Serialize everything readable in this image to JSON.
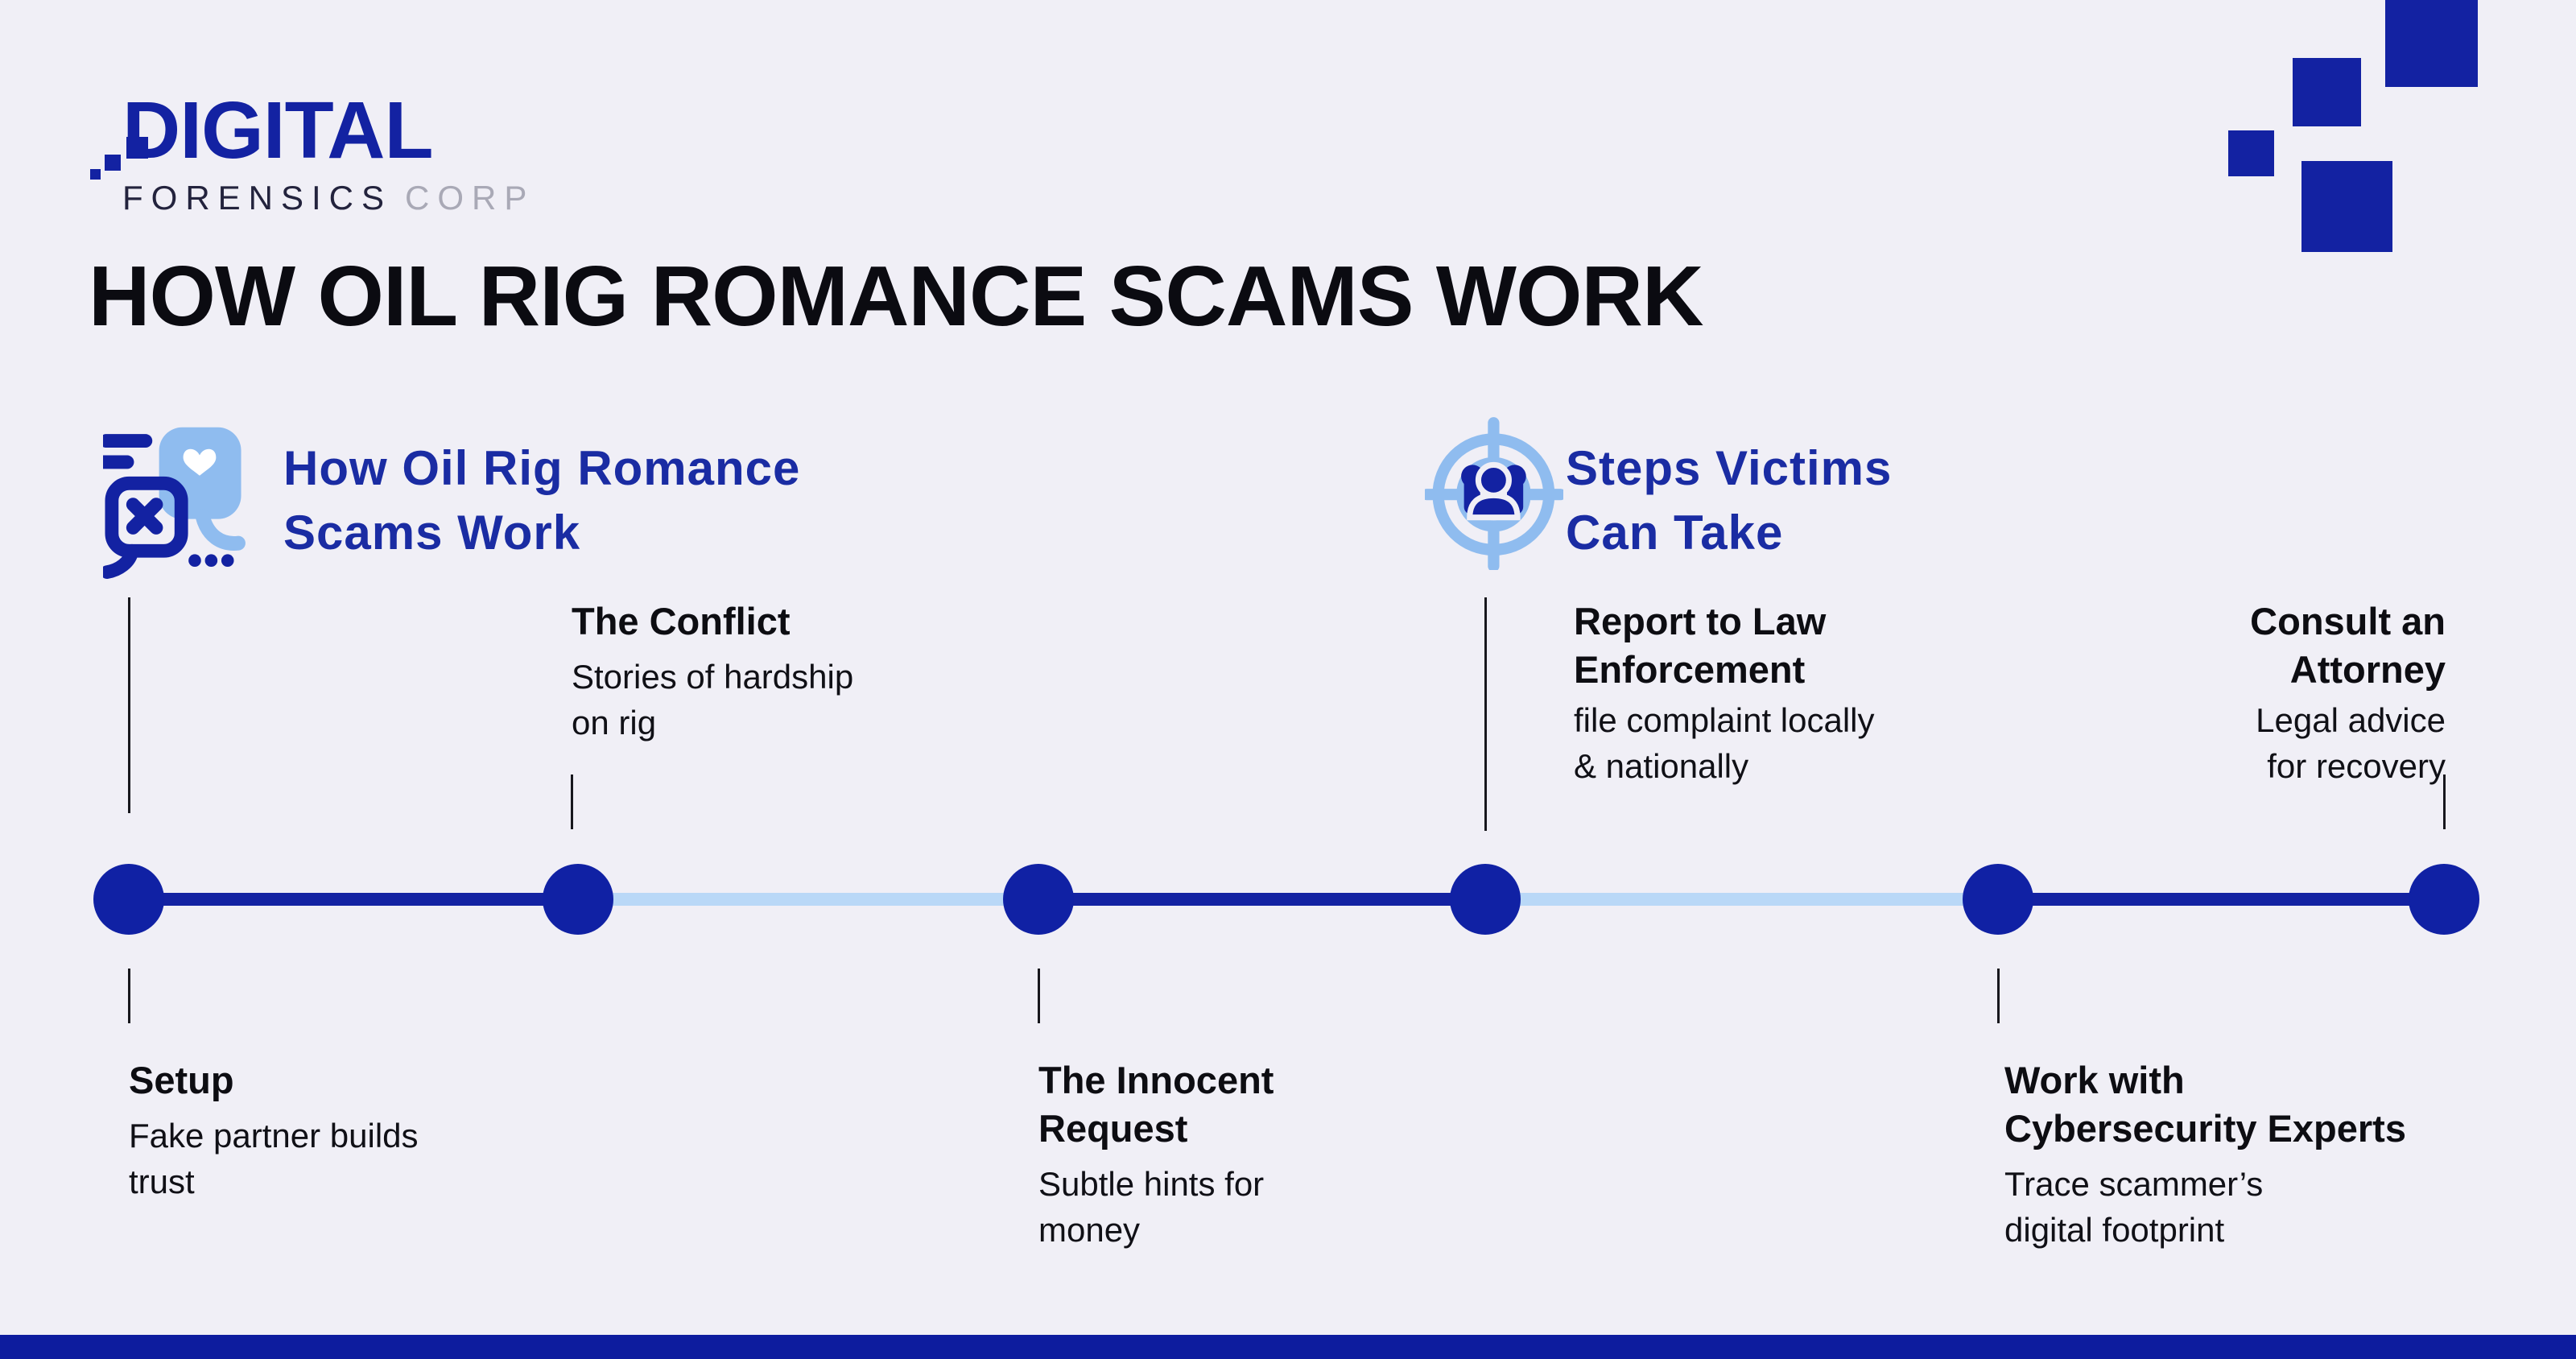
{
  "colors": {
    "background": "#F0EFF6",
    "accent_dark_blue": "#1322A2",
    "pale_timeline_blue": "#B9D8F7",
    "icon_light_blue": "#8FBCEF",
    "header_blue_text": "#1A2CA3",
    "text_black": "#0D0D12",
    "logo_sub_gray": "#A9A9B6",
    "footer_bar_blue": "#0D1C9E"
  },
  "logo": {
    "word": "DIGITAL",
    "sub_word": "FORENSICS",
    "sub_word2": "CORP",
    "pixel_mark": "pixel-squares-icon"
  },
  "title": "HOW OIL RIG ROMANCE SCAMS WORK",
  "section_left": {
    "icon": "chat-heart-block-icon",
    "line1": "How Oil Rig Romance",
    "line2": "Scams Work"
  },
  "section_right": {
    "icon": "crosshair-victim-icon",
    "line1": "Steps Victims",
    "line2": "Can Take"
  },
  "timeline": {
    "node_count": 6,
    "segment_pattern": [
      "dark",
      "pale",
      "dark",
      "pale",
      "dark"
    ]
  },
  "milestones": [
    {
      "side": "below",
      "title1": "Setup",
      "desc1": "Fake partner builds",
      "desc2": "trust"
    },
    {
      "side": "above",
      "title1": "The Conflict",
      "desc1": "Stories of hardship",
      "desc2": "on rig"
    },
    {
      "side": "below",
      "title1": "The Innocent",
      "title2": "Request",
      "desc1": "Subtle hints for",
      "desc2": "money"
    },
    {
      "side": "above",
      "title1": "Report to Law",
      "title2": "Enforcement",
      "desc1": "file complaint locally",
      "desc2": "& nationally"
    },
    {
      "side": "below",
      "title1": "Work with",
      "title2": "Cybersecurity Experts",
      "desc1": "Trace scammer’s",
      "desc2": "digital footprint"
    },
    {
      "side": "above",
      "title1": "Consult an",
      "title2": "Attorney",
      "desc1": "Legal advice",
      "desc2": "for recovery"
    }
  ]
}
